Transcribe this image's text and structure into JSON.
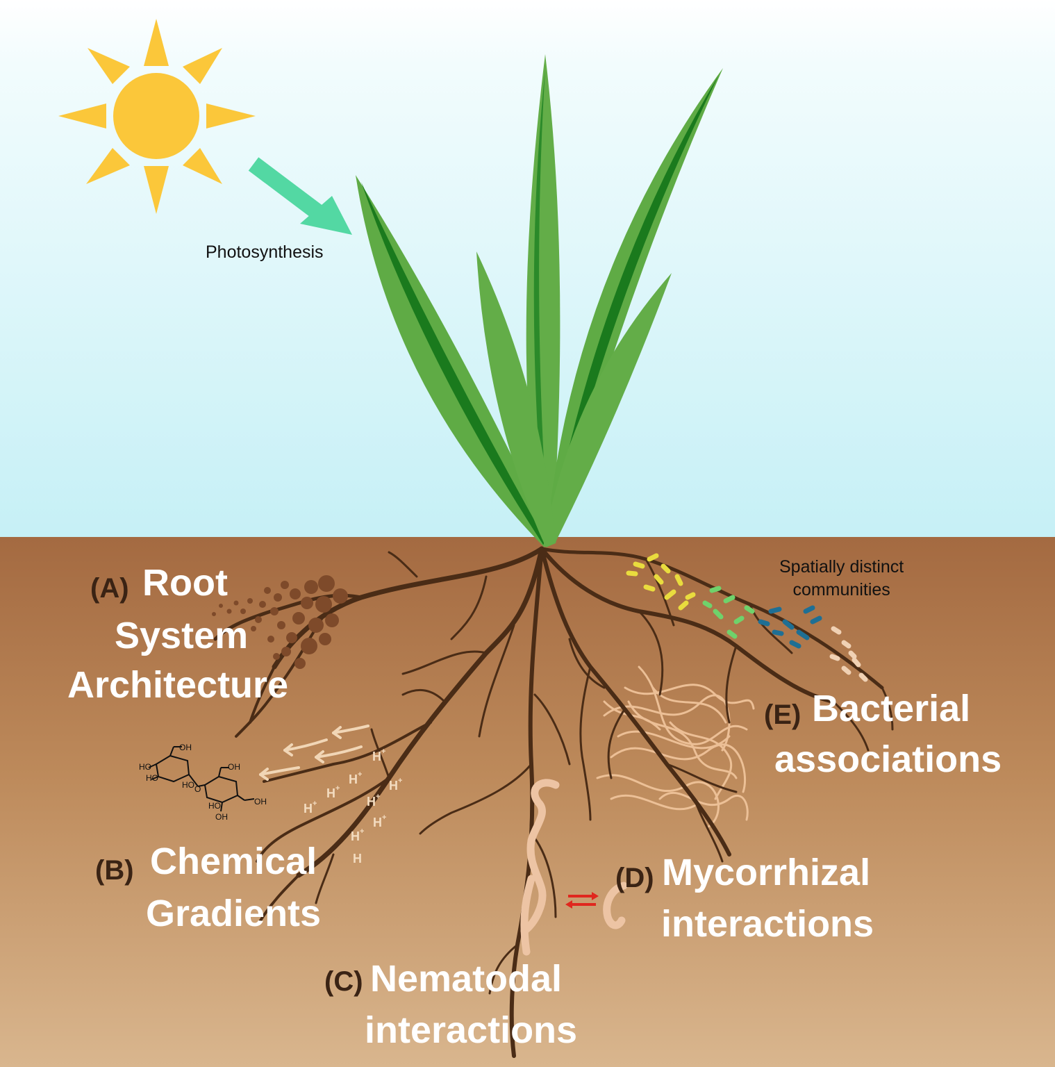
{
  "labels": {
    "photosynthesis": "Photosynthesis",
    "spatially": "Spatially distinct\ncommunities",
    "a_letter": "(A)",
    "a_title_1": "Root",
    "a_title_2": "System",
    "a_title_3": "Architecture",
    "b_letter": "(B)",
    "b_title_1": "Chemical",
    "b_title_2": "Gradients",
    "c_letter": "(C)",
    "c_title_1": "Nematodal",
    "c_title_2": "interactions",
    "d_letter": "(D)",
    "d_title_1": "Mycorrhizal",
    "d_title_2": "interactions",
    "e_letter": "(E)",
    "e_title_1": "Bacterial",
    "e_title_2": "associations"
  },
  "molecule_labels": {
    "ho": "HO",
    "oh": "OH",
    "o": "O"
  },
  "ion_symbol": "H",
  "ion_charge": "+",
  "colors": {
    "sky_top": "#ffffff",
    "sky_bottom": "#c9f1f6",
    "soil_top": "#a66b42",
    "soil_bottom": "#d7b38b",
    "root": "#4a2c16",
    "leaf_light": "#63ad48",
    "leaf_dark": "#1a7a1d",
    "sun": "#fbc73a",
    "arrow": "#53d8a3"
  },
  "icons": [
    "sun-icon",
    "photosynthesis-arrow-icon",
    "sugar-molecule-icon",
    "nematode-icon",
    "exchange-arrows-icon",
    "fungal-hyphae-icon",
    "bacteria-icon"
  ]
}
